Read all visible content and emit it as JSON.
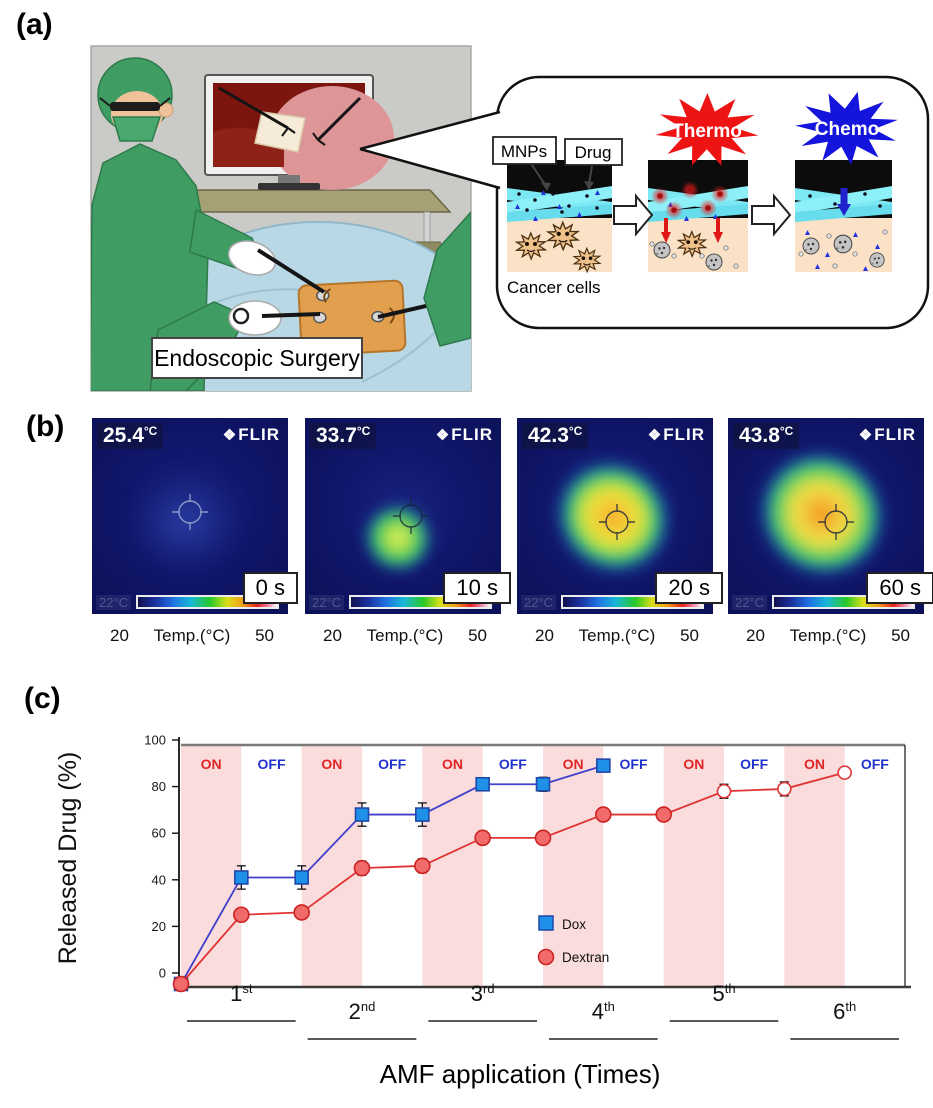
{
  "panel_a": {
    "label": "(a)",
    "caption": "Endoscopic Surgery",
    "inset": {
      "mnps_label": "MNPs",
      "drug_label": "Drug",
      "thermo_label": "Thermo",
      "chemo_label": "Chemo",
      "cancer_cells_label": "Cancer cells",
      "thermo_color": "#ee1414",
      "chemo_color": "#1414dd"
    }
  },
  "panel_b": {
    "label": "(b)",
    "brand_icon": "❖",
    "images": [
      {
        "temp_value": "25.4",
        "temp_unit": "°C",
        "brand": "FLIR",
        "time": "0 s",
        "colorbar_min": "22°C",
        "scale_min": "20",
        "scale_label": "Temp.(°C)",
        "scale_max": "50"
      },
      {
        "temp_value": "33.7",
        "temp_unit": "°C",
        "brand": "FLIR",
        "time": "10 s",
        "colorbar_min": "22°C",
        "scale_min": "20",
        "scale_label": "Temp.(°C)",
        "scale_max": "50"
      },
      {
        "temp_value": "42.3",
        "temp_unit": "°C",
        "brand": "FLIR",
        "time": "20 s",
        "colorbar_min": "22°C",
        "scale_min": "20",
        "scale_label": "Temp.(°C)",
        "scale_max": "50"
      },
      {
        "temp_value": "43.8",
        "temp_unit": "°C",
        "brand": "FLIR",
        "time": "60 s",
        "colorbar_min": "22°C",
        "scale_min": "20",
        "scale_label": "Temp.(°C)",
        "scale_max": "50"
      }
    ]
  },
  "panel_c": {
    "label": "(c)"
  },
  "chart_data": {
    "type": "line",
    "title": "",
    "xlabel": "AMF application (Times)",
    "ylabel": "Released Drug (%)",
    "ylim": [
      0,
      100
    ],
    "yticks": [
      0,
      20,
      40,
      60,
      80,
      100
    ],
    "x_axis_note": "x values are AMF ON/OFF half-cycle boundaries; 12 half-cycles = 6 applications",
    "x_period_labels": [
      {
        "num": "1",
        "suffix": "st"
      },
      {
        "num": "2",
        "suffix": "nd"
      },
      {
        "num": "3",
        "suffix": "rd"
      },
      {
        "num": "4",
        "suffix": "th"
      },
      {
        "num": "5",
        "suffix": "th"
      },
      {
        "num": "6",
        "suffix": "th"
      }
    ],
    "band_labels": [
      "ON",
      "OFF",
      "ON",
      "OFF",
      "ON",
      "OFF",
      "ON",
      "OFF",
      "ON",
      "OFF",
      "ON",
      "OFF"
    ],
    "band_on_color": "#fadcdc",
    "on_label_color": "#e02525",
    "off_label_color": "#2233cc",
    "legend_position": "inside-center",
    "series": [
      {
        "name": "Dox",
        "marker": "square",
        "line_color": "#4040cc",
        "marker_fill": "#1e90e8",
        "marker_stroke": "#2048a8",
        "x": [
          0,
          1,
          2,
          3,
          4,
          5,
          6,
          7
        ],
        "values": [
          0,
          41,
          41,
          68,
          68,
          81,
          81,
          89
        ],
        "errors": [
          0,
          5,
          5,
          5,
          5,
          2,
          3,
          2
        ]
      },
      {
        "name": "Dextran",
        "marker": "circle",
        "line_color": "#e03434",
        "marker_fill": "#f26b6b",
        "marker_stroke": "#cc2222",
        "x": [
          0,
          1,
          2,
          3,
          4,
          5,
          6,
          7,
          8,
          9,
          10,
          11
        ],
        "values": [
          0,
          25,
          26,
          45,
          46,
          58,
          58,
          68,
          68,
          78,
          79,
          86
        ],
        "errors": [
          0,
          0,
          0,
          3,
          3,
          0,
          0,
          2,
          0,
          3,
          3,
          0
        ],
        "open_marker_from": 9
      }
    ]
  }
}
